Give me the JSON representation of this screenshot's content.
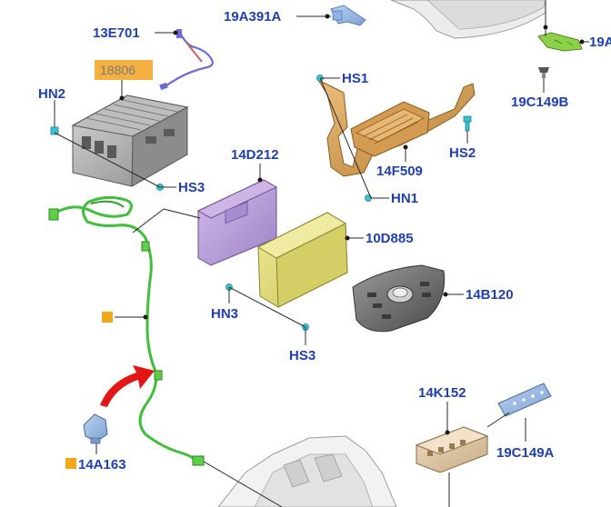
{
  "labels": {
    "p_13E701": "13E701",
    "p_18806": "18806",
    "p_19A391A": "19A391A",
    "p_19A_cut": "19A",
    "p_HN2": "HN2",
    "p_HS3_top": "HS3",
    "p_HS1": "HS1",
    "p_HS2": "HS2",
    "p_14F509": "14F509",
    "p_HN1": "HN1",
    "p_19C149B": "19C149B",
    "p_14D212": "14D212",
    "p_10D885": "10D885",
    "p_HN3": "HN3",
    "p_HS3_bottom": "HS3",
    "p_14B120": "14B120",
    "p_14K152": "14K152",
    "p_19C149A": "19C149A",
    "p_14A163": "14A163"
  },
  "colors": {
    "label_text": "#1f3fb5",
    "highlight_box": "#f4b041",
    "marker_square": "#f0a818",
    "harness_green": "#3fbf3a",
    "module_purple": "#b9a0d8",
    "module_yellow": "#e3df78",
    "bracket_orange": "#d9a35a",
    "fastener_cyan": "#3cc4d6",
    "arrow_red": "#e41515",
    "radio_gray": "#6f6f6f"
  }
}
